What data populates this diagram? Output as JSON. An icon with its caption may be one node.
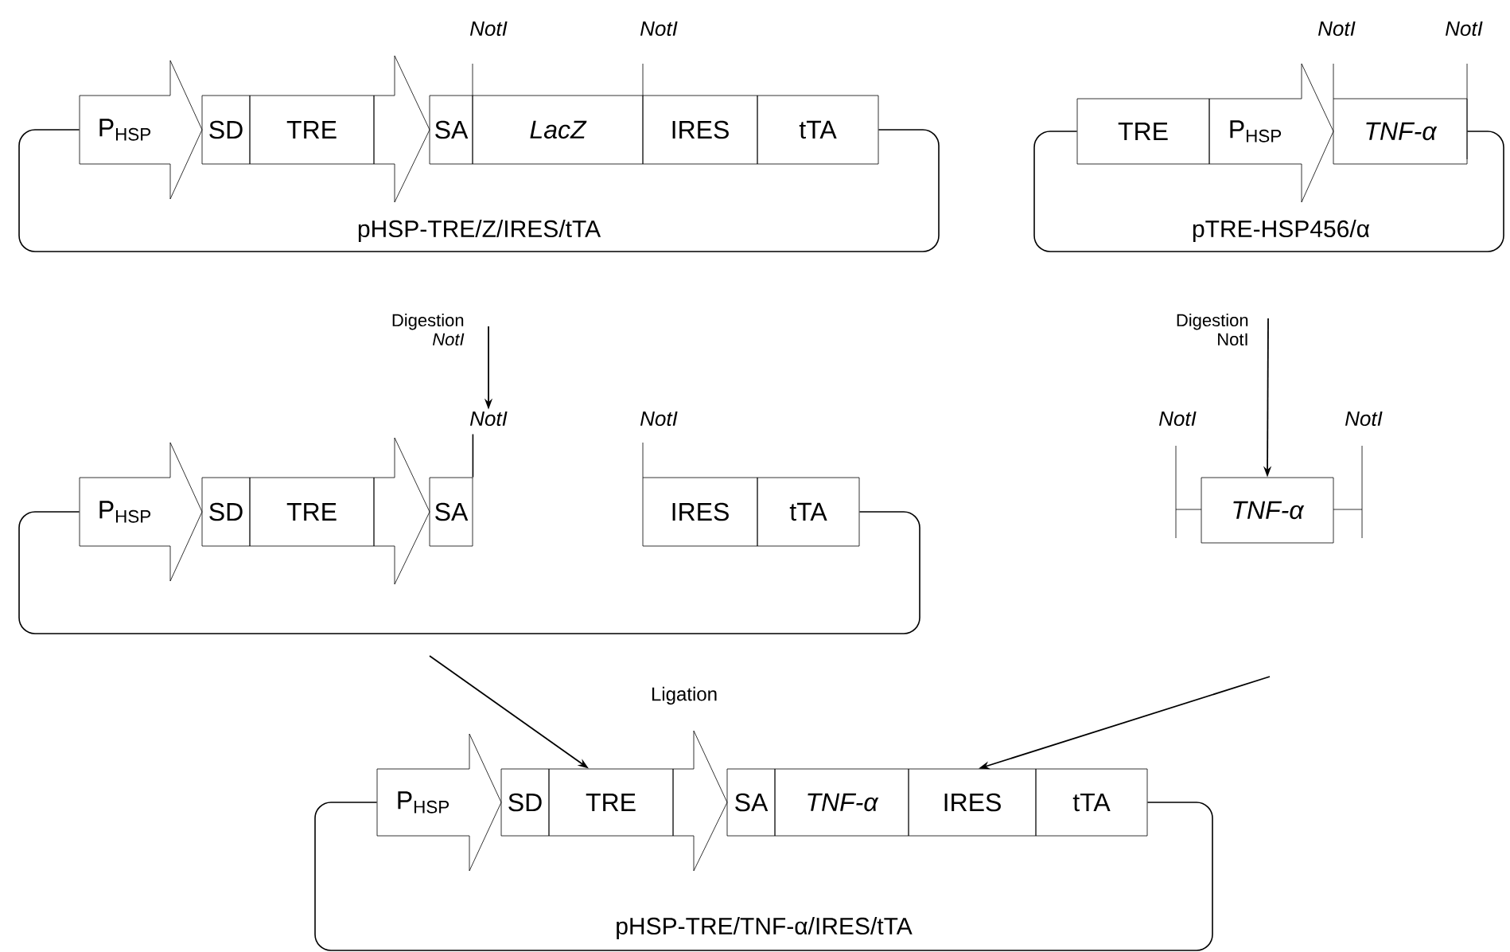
{
  "diagram": {
    "nodes": [
      {
        "text": [
          "P$_{HSP}$"
        ]
      },
      {
        "text": [
          "SD"
        ]
      },
      {
        "text": [
          "TRE"
        ]
      },
      {
        "text": [],
        "shape": "arrow"
      },
      {
        "text": [
          "SA"
        ]
      },
      {
        "text": [
          "LacZ"
        ]
      },
      {
        "text": [
          "IRES"
        ]
      },
      {
        "text": [
          "tTA"
        ]
      },
      {
        "text": [
          "TRE"
        ]
      },
      {
        "text": [
          "P$_{HSP}$"
        ]
      },
      {
        "text": [
          "TNF-α"
        ]
      },
      {
        "text": [
          "NotI"
        ]
      },
      {
        "text": [
          "P$_{HSP}$"
        ]
      },
      {
        "text": [
          "SD"
        ]
      },
      {
        "text": [
          "TRE"
        ]
      },
      {
        "text": [],
        "shape": "arrow"
      },
      {
        "text": [
          "SA"
        ]
      },
      {
        "text": [
          "IRES"
        ]
      },
      {
        "text": [
          "tTA"
        ]
      },
      {
        "text": [
          "TNF-α"
        ]
      },
      {
        "text": [
          "P$_{HSP}$"
        ]
      },
      {
        "text": [
          "SD"
        ]
      },
      {
        "text": [
          "TRE"
        ]
      },
      {
        "text": [],
        "shape": "arrow"
      },
      {
        "text": [
          "SA"
        ]
      },
      {
        "text": [
          "TNF-α"
        ]
      },
      {
        "text": [
          "IRES"
        ]
      },
      {
        "text": [
          "tTA"
        ]
      }
    ],
    "edges": [
      {
        "from": 0,
        "to": 7,
        "arrow": "none",
        "label": "pHSP-TRE/Z/IRES/tTA"
      },
      {
        "from": 8,
        "to": 10,
        "arrow": "none",
        "label": "pTRE-HSP456/α"
      },
      {
        "from": null,
        "to": 11,
        "arrow": "to",
        "label": "Digestion *NotI*"
      },
      {
        "from": null,
        "to": 19,
        "arrow": "to",
        "label": "Digestion NotI"
      },
      {
        "from": 12,
        "to": 18,
        "arrow": "none"
      },
      {
        "from": null,
        "to": 22,
        "arrow": "to"
      },
      {
        "from": null,
        "to": 26,
        "arrow": "to"
      },
      {
        "from": 20,
        "to": 27,
        "arrow": "none",
        "label": "pHSP-TRE/TNF-α/IRES/tTA"
      },
      {
        "from": 11,
        "to": 16,
        "arrow": "none"
      }
    ],
    "labels": [
      "NotI",
      "NotI",
      "NotI",
      "NotI",
      "NotI",
      "NotI",
      "NotI",
      "Ligation"
    ]
  }
}
